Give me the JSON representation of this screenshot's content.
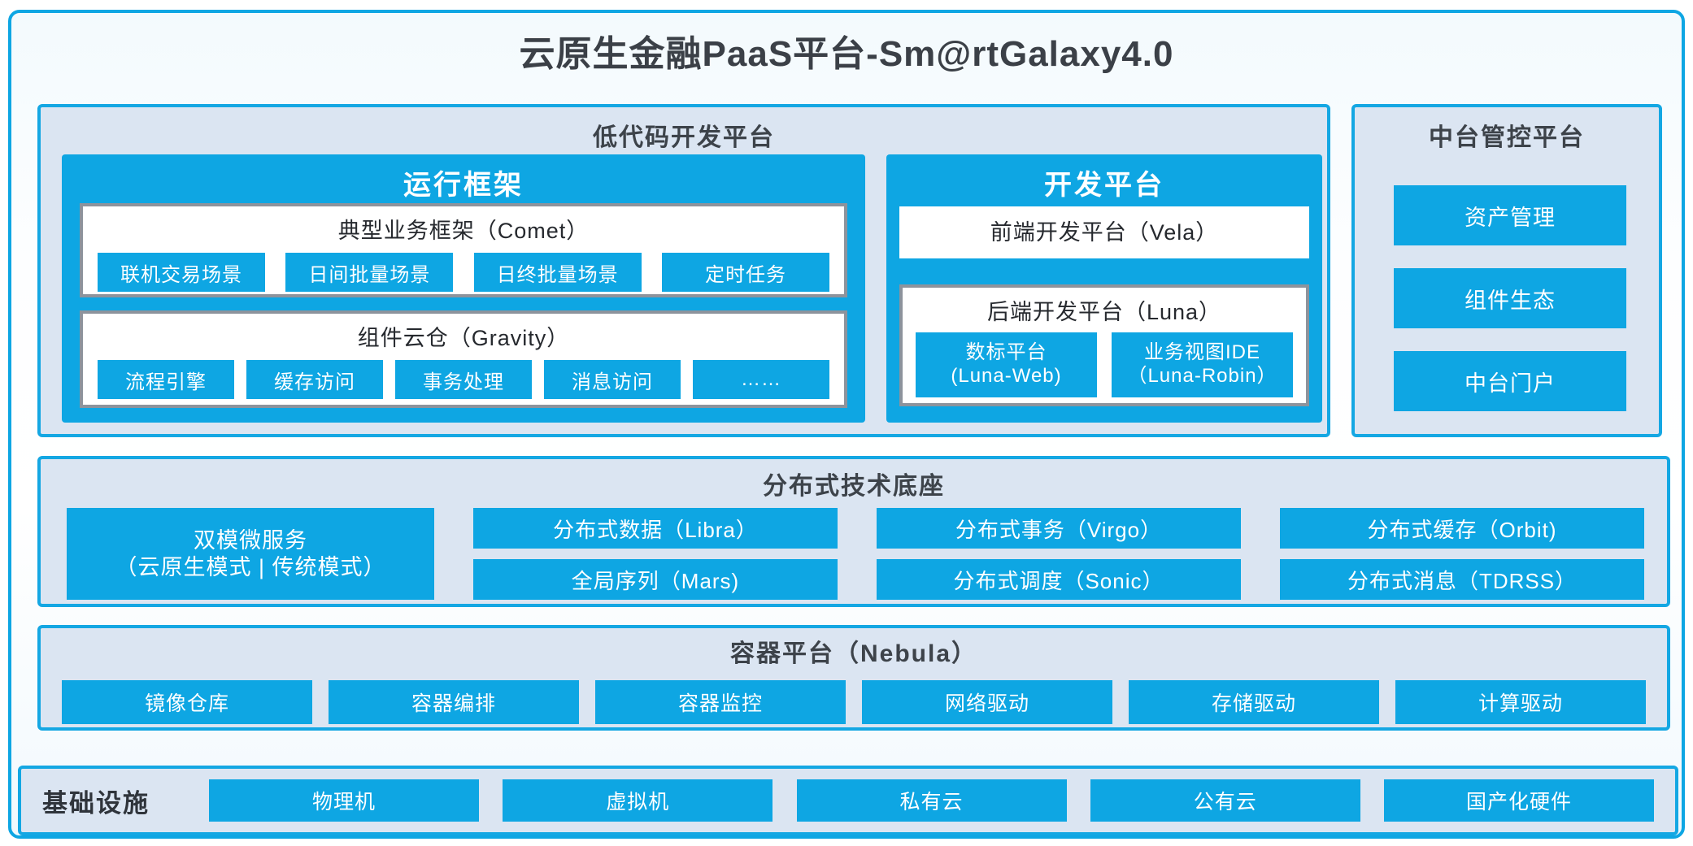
{
  "title": "云原生金融PaaS平台-Sm@rtGalaxy4.0",
  "colors": {
    "accent": "#0ea6e3",
    "panel-bg": "#dbe5f2",
    "panel-border": "#14a7e3",
    "box-border": "#8d939c",
    "dark-text": "#3b4047"
  },
  "lowcode": {
    "title": "低代码开发平台",
    "runtime": {
      "title": "运行框架",
      "comet": {
        "title": "典型业务框架（Comet）",
        "items": [
          "联机交易场景",
          "日间批量场景",
          "日终批量场景",
          "定时任务"
        ]
      },
      "gravity": {
        "title": "组件云仓（Gravity）",
        "items": [
          "流程引擎",
          "缓存访问",
          "事务处理",
          "消息访问",
          "……"
        ]
      }
    },
    "dev": {
      "title": "开发平台",
      "vela": "前端开发平台（Vela）",
      "luna": {
        "title": "后端开发平台（Luna）",
        "items": [
          {
            "title": "数标平台",
            "sub": "(Luna-Web)"
          },
          {
            "title": "业务视图IDE",
            "sub": "（Luna-Robin）"
          }
        ]
      }
    }
  },
  "midplatform": {
    "title": "中台管控平台",
    "items": [
      "资产管理",
      "组件生态",
      "中台门户"
    ]
  },
  "distributed": {
    "title": "分布式技术底座",
    "dual_mode": {
      "line1": "双模微服务",
      "line2": "（云原生模式 | 传统模式）"
    },
    "row1": [
      "分布式数据（Libra）",
      "分布式事务（Virgo）",
      "分布式缓存（Orbit)"
    ],
    "row2": [
      "全局序列（Mars)",
      "分布式调度（Sonic）",
      "分布式消息（TDRSS）"
    ]
  },
  "container_platform": {
    "title": "容器平台（Nebula）",
    "items": [
      "镜像仓库",
      "容器编排",
      "容器监控",
      "网络驱动",
      "存储驱动",
      "计算驱动"
    ]
  },
  "infrastructure": {
    "title": "基础设施",
    "items": [
      "物理机",
      "虚拟机",
      "私有云",
      "公有云",
      "国产化硬件"
    ]
  }
}
